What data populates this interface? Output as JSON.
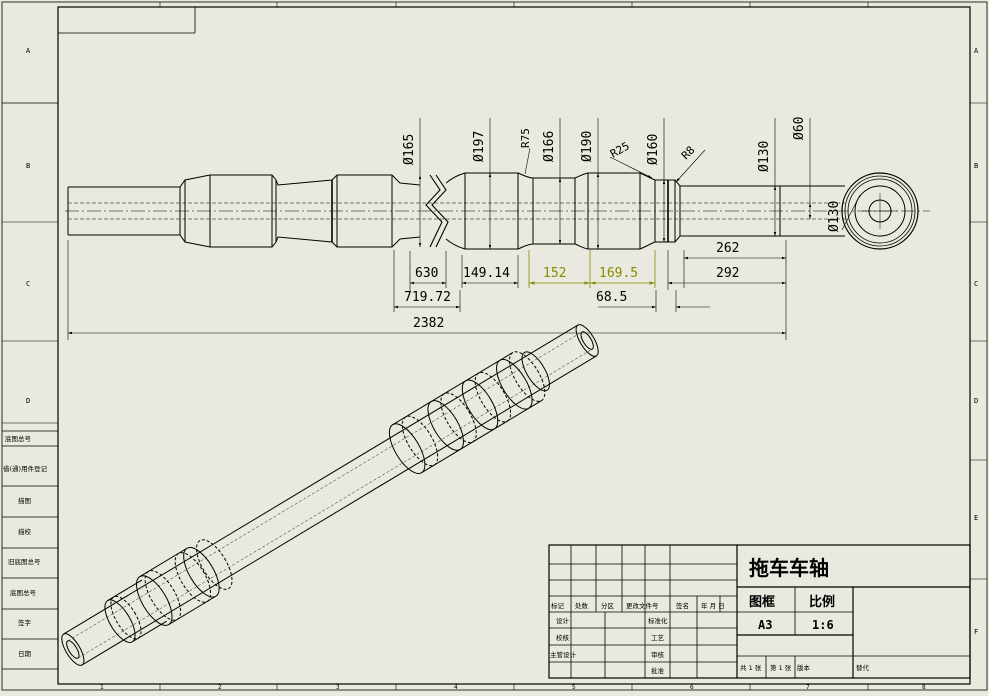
{
  "title_block": {
    "part_name": "拖车车轴",
    "frame_label": "图框",
    "frame_value": "A3",
    "scale_label": "比例",
    "scale_value": "1:6",
    "rev_headers": [
      "标记",
      "处数",
      "分区",
      "更改文件号",
      "签名",
      "年 月 日"
    ],
    "row_labels_left": [
      "设计",
      "校核",
      "主管设计"
    ],
    "row_labels_mid": [
      "标准化",
      "工艺",
      "审核",
      "批准"
    ],
    "sheet_total": "共 1 张",
    "sheet_no": "第 1 张",
    "version": "版本",
    "replace": "替代"
  },
  "left_labels": [
    "借(通)用件登记",
    "旧底图总号",
    "底图总号",
    "签字",
    "日期",
    "描图",
    "描校",
    "底图总号"
  ],
  "zone_letters": [
    "A",
    "B",
    "C",
    "D",
    "E",
    "F"
  ],
  "zone_numbers": [
    "1",
    "2",
    "3",
    "4",
    "5",
    "6",
    "7",
    "8"
  ],
  "colors": {
    "paper": "#e9e9df",
    "line": "#000000",
    "dim_highlight": "#8a8a00"
  },
  "dimensions": {
    "d165": "Ø165",
    "d197": "Ø197",
    "r75": "R75",
    "d166": "Ø166",
    "d190": "Ø190",
    "r25": "R25",
    "d160": "Ø160",
    "r8": "R8",
    "d130a": "Ø130",
    "d60": "Ø60",
    "d130b": "Ø130",
    "l630": "630",
    "l149": "149.14",
    "l152": "152",
    "l169": "169.5",
    "l262": "262",
    "l292": "292",
    "l719": "719.72",
    "l68": "68.5",
    "l2382": "2382"
  }
}
